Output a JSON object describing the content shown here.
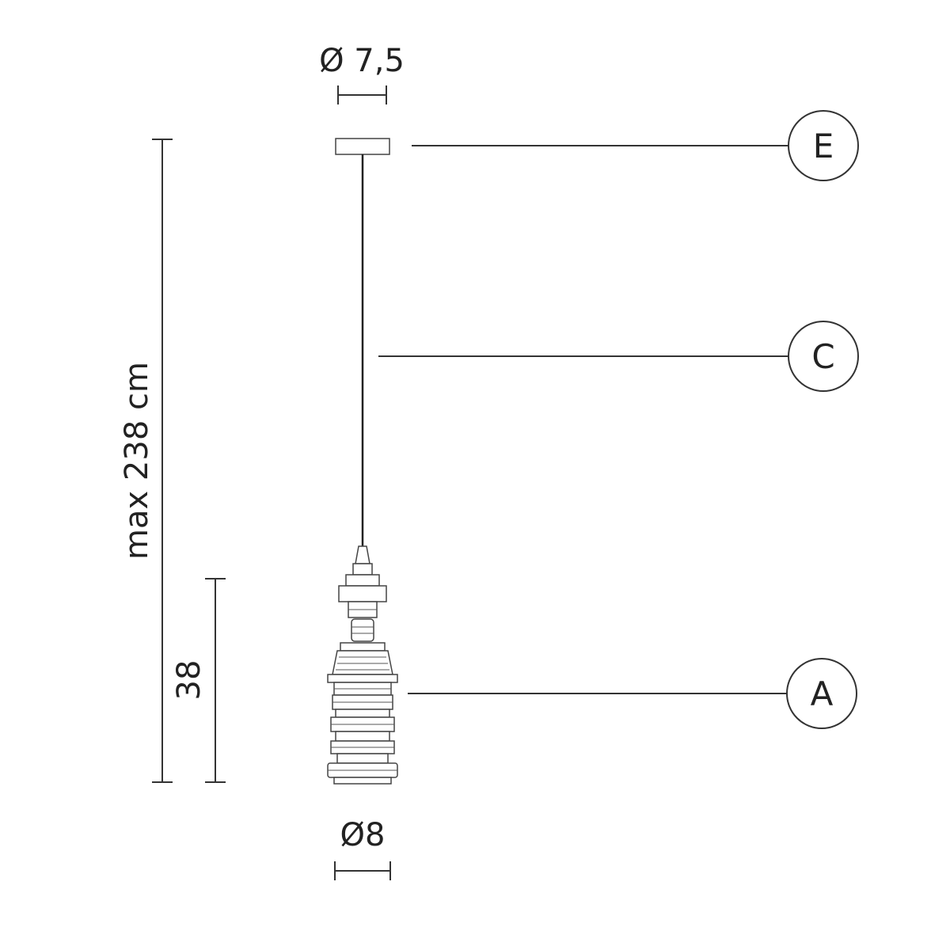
{
  "dimensions": {
    "canopy_diameter": "Ø 7,5",
    "shade_diameter": "Ø8",
    "overall_height": "max 238 cm",
    "shade_height": "38"
  },
  "callouts": {
    "canopy": "E",
    "cable": "C",
    "shade": "A"
  },
  "colors": {
    "line": "#333333",
    "background": "#ffffff"
  }
}
